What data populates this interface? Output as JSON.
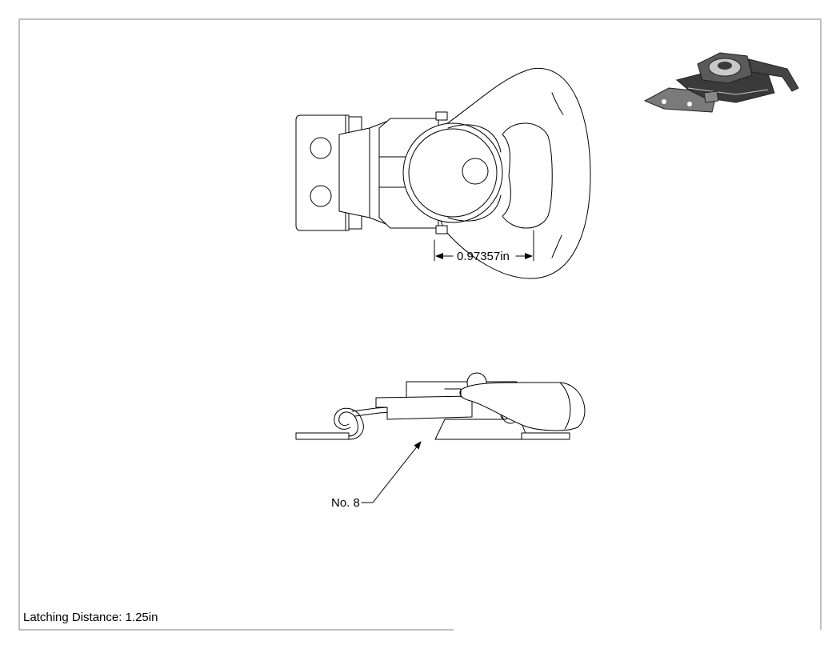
{
  "drawing": {
    "dimension_label": "0.97357in",
    "callout_label": "No. 8",
    "footer_note": "Latching Distance: 1.25in"
  },
  "colors": {
    "line": "#000000",
    "border": "#808080",
    "iso_dark": "#3a3a3a",
    "iso_mid": "#7a7a7a",
    "iso_light": "#c8c8c8"
  }
}
